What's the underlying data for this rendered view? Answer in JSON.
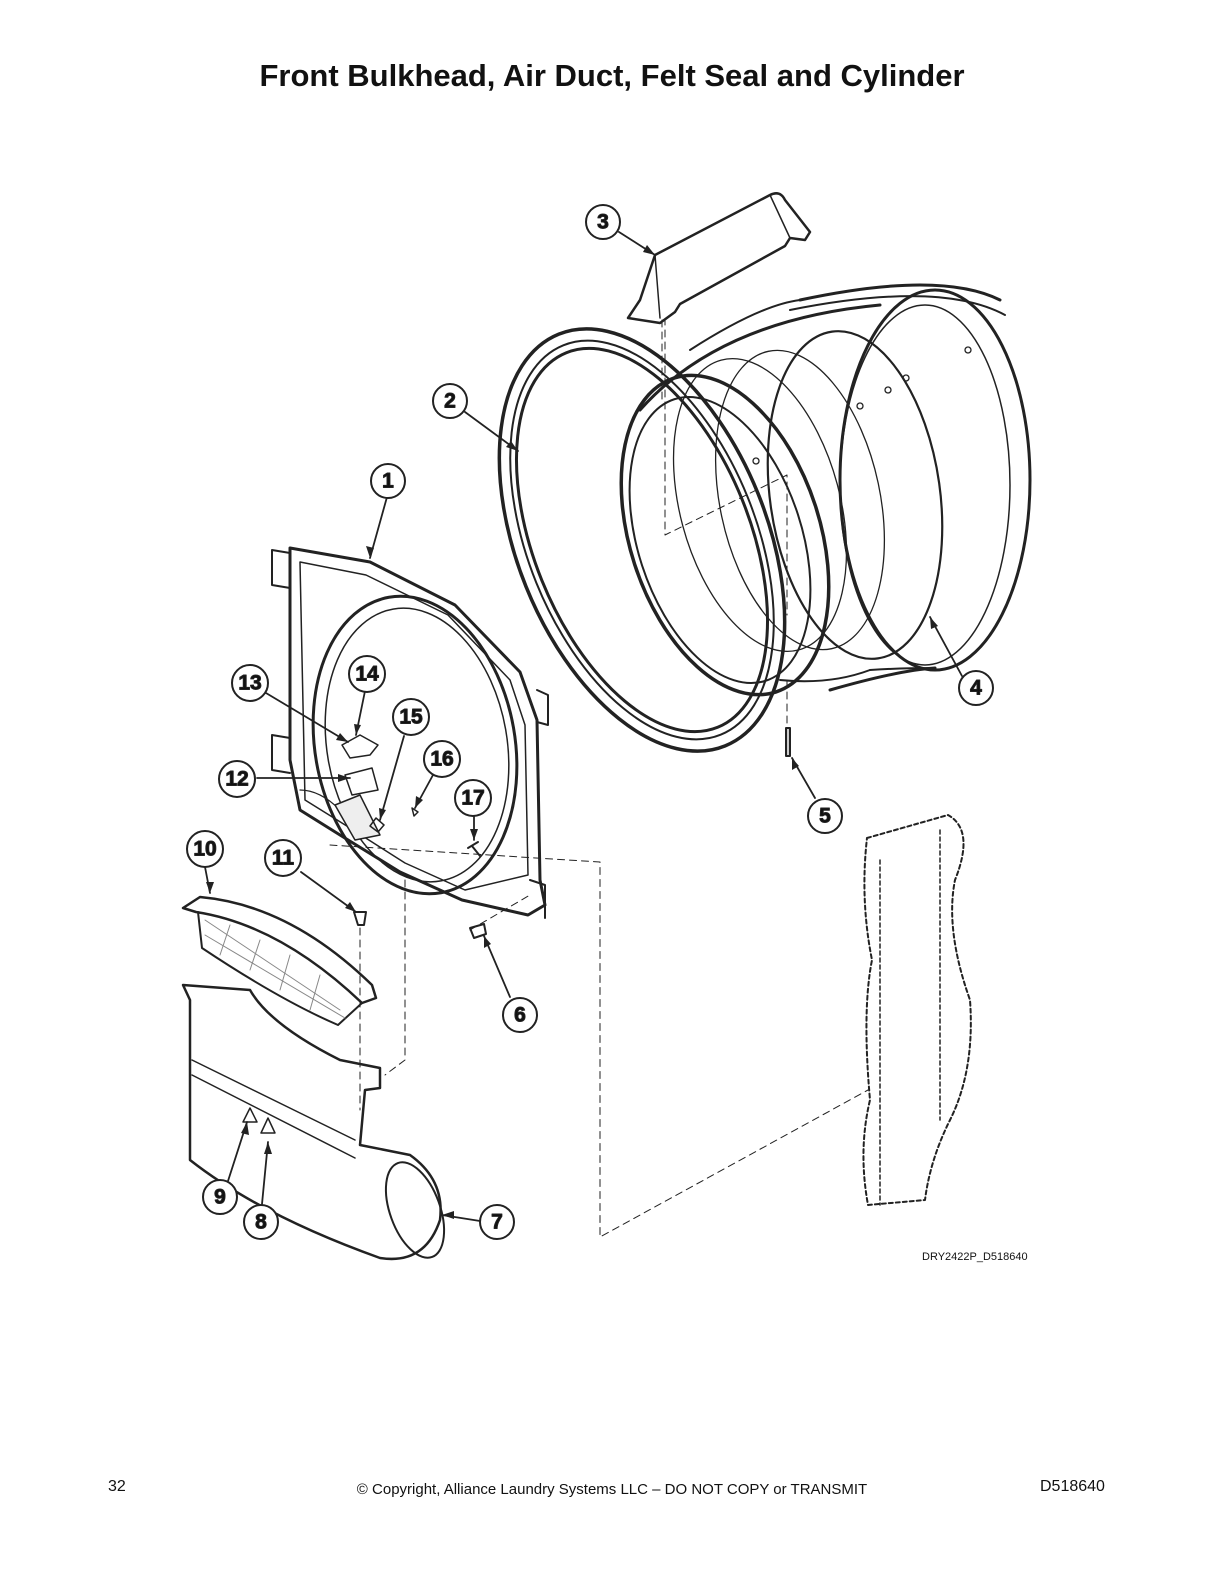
{
  "title": "Front Bulkhead, Air Duct, Felt Seal and Cylinder",
  "callouts": [
    "1",
    "2",
    "3",
    "4",
    "5",
    "6",
    "7",
    "8",
    "9",
    "10",
    "11",
    "12",
    "13",
    "14",
    "15",
    "16",
    "17"
  ],
  "drawing_code": "DRY2422P_D518640",
  "footer": {
    "page_number": "32",
    "copyright": "© Copyright, Alliance Laundry Systems LLC – DO NOT COPY or TRANSMIT",
    "document_number": "D518640"
  }
}
